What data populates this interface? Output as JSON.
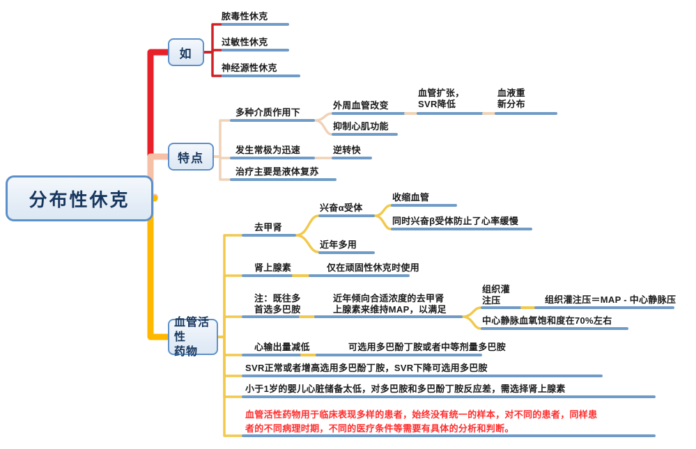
{
  "meta": {
    "title": "分布性休克 思维导图",
    "colors": {
      "root_border": "#5b8fc9",
      "root_text": "#17365d",
      "branch_red": "#e8202a",
      "branch_peach": "#f5c0a5",
      "branch_yellow": "#ffb800",
      "underline_blue": "#6f9bc6",
      "underline_tan": "#f0d2b6",
      "underline_yellow": "#f2c94c",
      "alert_text": "#ff2d2d"
    }
  },
  "root": {
    "label": "分布性休克"
  },
  "branches": [
    {
      "id": "ru",
      "label": "如",
      "color": "#e8202a",
      "children": [
        {
          "label": "脓毒性休克"
        },
        {
          "label": "过敏性休克"
        },
        {
          "label": "神经源性休克"
        }
      ]
    },
    {
      "id": "tedian",
      "label": "特点",
      "color": "#f5c0a5",
      "children": [
        {
          "label": "多种介质作用下",
          "children": [
            {
              "label": "外周血管改变",
              "children": [
                {
                  "label": "血管扩张，\nSVR降低",
                  "children": [
                    {
                      "label": "血液重\n新分布"
                    }
                  ]
                }
              ]
            },
            {
              "label": "抑制心肌功能"
            }
          ]
        },
        {
          "label": "发生常极为迅速",
          "children": [
            {
              "label": "逆转快"
            }
          ]
        },
        {
          "label": "治疗主要是液体复苏"
        }
      ]
    },
    {
      "id": "yaowu",
      "label": "血管活性\n药物",
      "label_line1": "血管活性",
      "label_line2": "药物",
      "color": "#ffb800",
      "children": [
        {
          "label": "去甲肾",
          "children": [
            {
              "label": "兴奋α受体",
              "children": [
                {
                  "label": "收缩血管"
                },
                {
                  "label": "同时兴奋β受体防止了心率缓慢"
                }
              ]
            },
            {
              "label": "近年多用"
            }
          ]
        },
        {
          "label": "肾上腺素",
          "children": [
            {
              "label": "仅在顽固性休克时使用"
            }
          ]
        },
        {
          "label": "注：既往多\n首选多巴胺",
          "children": [
            {
              "label": "近年倾向合适浓度的去甲肾\n上腺素来维持MAP，以满足",
              "children": [
                {
                  "label": "组织灌\n注压",
                  "children": [
                    {
                      "label": "组织灌注压＝MAP - 中心静脉压"
                    }
                  ]
                },
                {
                  "label": "中心静脉血氧饱和度在70%左右"
                }
              ]
            }
          ]
        },
        {
          "label": "心输出量减低",
          "children": [
            {
              "label": "可选用多巴酚丁胺或者中等剂量多巴胺"
            }
          ]
        },
        {
          "label": "SVR正常或者增高选用多巴酚丁胺，SVR下降可选用多巴胺"
        },
        {
          "label": "小于1岁的婴儿心脏储备太低，对多巴胺和多巴酚丁胺反应差，需选择肾上腺素"
        },
        {
          "label": "血管活性药物用于临床表现多样的患者，始终没有统一的样本，对不同的患者，同样患\n者的不同病理时期，不同的医疗条件等需要有具体的分析和判断。",
          "emphasis": "alert"
        }
      ]
    }
  ],
  "labels": {
    "nongdu": "脓毒性休克",
    "guomin": "过敏性休克",
    "shenjing": "神经源性休克",
    "duozhong": "多种介质作用下",
    "waizhou": "外周血管改变",
    "xueguan_kz": "血管扩张，\nSVR降低",
    "xueye_zf": "血液重\n新分布",
    "yizhi": "抑制心肌功能",
    "fasheng": "发生常极为迅速",
    "nizhuan": "逆转快",
    "zhiliao": "治疗主要是液体复苏",
    "qujiashen": "去甲肾",
    "xingfen_a": "兴奋α受体",
    "shousuo": "收缩血管",
    "tongshi_b": "同时兴奋β受体防止了心率缓慢",
    "jinnian": "近年多用",
    "shenshangxian": "肾上腺素",
    "jinzai": "仅在顽固性休克时使用",
    "zhu": "注：既往多\n首选多巴胺",
    "jinnian_qx": "近年倾向合适浓度的去甲肾\n上腺素来维持MAP，以满足",
    "zuzhiguan": "组织灌\n注压",
    "zuzhiguan_eq": "组织灌注压＝MAP - 中心静脉压",
    "zhongxin": "中心静脉血氧饱和度在70%左右",
    "xinshuchu": "心输出量减低",
    "kexuanyong": "可选用多巴酚丁胺或者中等剂量多巴胺",
    "svr": "SVR正常或者增高选用多巴酚丁胺，SVR下降可选用多巴胺",
    "xiaoyu": "小于1岁的婴儿心脏储备太低，对多巴胺和多巴酚丁胺反应差，需选择肾上腺素",
    "alert": "血管活性药物用于临床表现多样的患者，始终没有统一的样本，对不同的患者，同样患\n者的不同病理时期，不同的医疗条件等需要有具体的分析和判断。"
  }
}
